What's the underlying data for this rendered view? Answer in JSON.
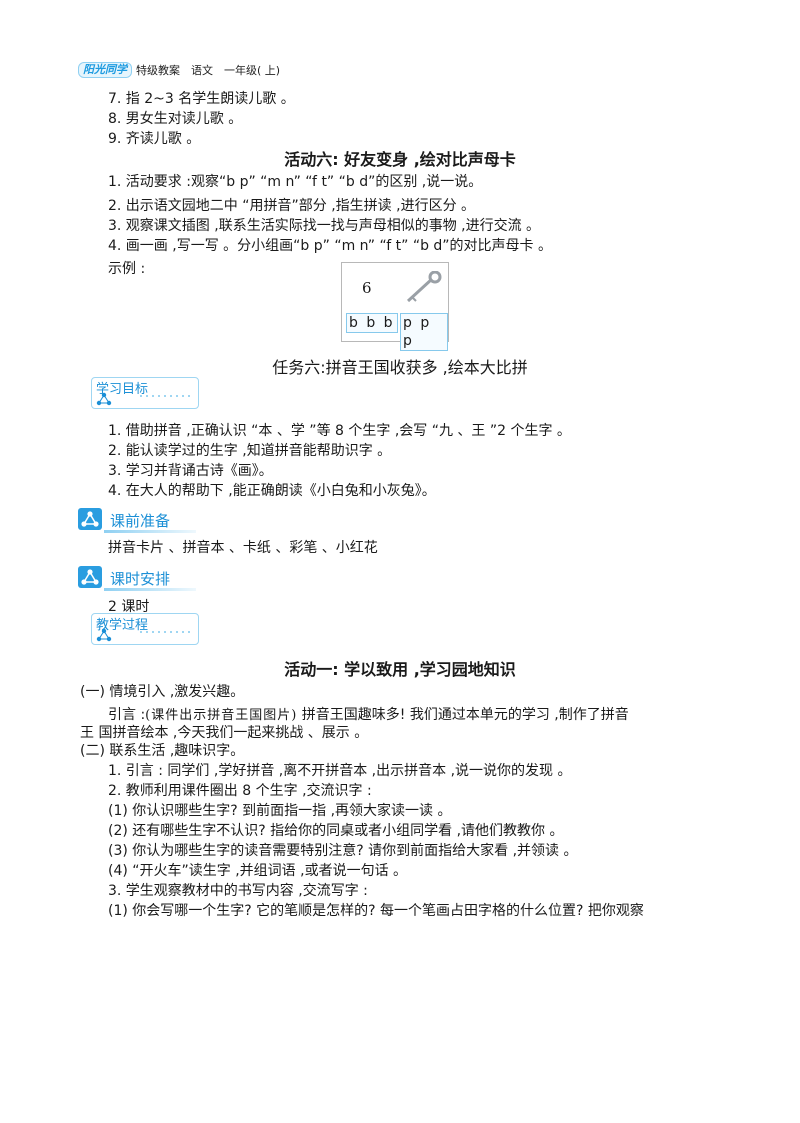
{
  "header": {
    "logo": "阳光同学",
    "text": "特级教案　语文　一年级( 上)"
  },
  "top_items": [
    "7. 指 2~3 名学生朗读儿歌 。",
    "8. 男女生对读儿歌 。",
    "9. 齐读儿歌 。"
  ],
  "activity6": {
    "title": "活动六: 好友变身 ,绘对比声母卡",
    "items": [
      "1. 活动要求 :观察“b p” “m n” “f t” “b d”的区别 ,说一说。",
      "2. 出示语文园地二中 “用拼音”部分 ,指生拼读 ,进行区分 。",
      "3. 观察课文插图 ,联系生活实际找一找与声母相似的事物 ,进行交流 。",
      "4. 画一画 ,写一写 。分小组画“b p” “m n” “f t” “b d”的对比声母卡 。"
    ],
    "example_label": "示例 :",
    "example": {
      "digit": "6",
      "cell_left": "b b b",
      "cell_right": "p p p"
    }
  },
  "task6": {
    "title": "任务六:拼音王国收获多 ,绘本大比拼"
  },
  "goals": {
    "tag": "学习目标",
    "items": [
      "1. 借助拼音 ,正确认识 “本 、学 ”等 8 个生字 ,会写 “九 、王 ”2 个生字 。",
      "2. 能认读学过的生字 ,知道拼音能帮助识字 。",
      "3. 学习并背诵古诗《画》。",
      "4. 在大人的帮助下 ,能正确朗读《小白兔和小灰兔》。"
    ]
  },
  "prep": {
    "tag": "课前准备",
    "text": "拼音卡片 、拼音本 、卡纸 、彩笔 、小红花"
  },
  "schedule": {
    "tag": "课时安排",
    "text": "2 课时"
  },
  "process": {
    "tag": "教学过程"
  },
  "activity1": {
    "title": "活动一: 学以致用 ,学习园地知识",
    "part1": "(一) 情境引入 ,激发兴趣。",
    "intro_prefix": "引言 :",
    "intro_note": "(课件出示拼音王国图片)",
    "intro_rest": "拼音王国趣味多! 我们通过本单元的学习 ,制作了拼音",
    "intro_cont": "王 国拼音绘本 ,今天我们一起来挑战 、展示 。",
    "part2": "(二) 联系生活 ,趣味识字。",
    "items": [
      "1. 引言 : 同学们 ,学好拼音 ,离不开拼音本 ,出示拼音本 ,说一说你的发现 。",
      "2. 教师利用课件圈出 8 个生字 ,交流识字 :",
      "(1) 你认识哪些生字? 到前面指一指 ,再领大家读一读 。",
      "(2) 还有哪些生字不认识? 指给你的同桌或者小组同学看 ,请他们教教你 。",
      "(3) 你认为哪些生字的读音需要特别注意? 请你到前面指给大家看 ,并领读 。",
      "(4) “开火车”读生字 ,并组词语 ,或者说一句话 。",
      "3. 学生观察教材中的书写内容 ,交流写字 :",
      "(1) 你会写哪一个生字? 它的笔顺是怎样的? 每一个笔画占田字格的什么位置? 把你观察"
    ]
  }
}
